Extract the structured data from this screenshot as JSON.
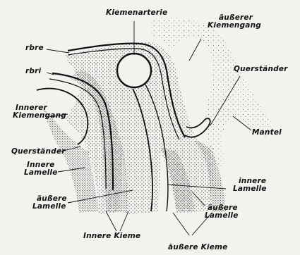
{
  "labels": {
    "kiemenarterie": "Kiemenarterie",
    "aeusserer_kiemengang_1": "äußerer",
    "aeusserer_kiemengang_2": "Kiemengang",
    "rbre": "rbre",
    "rbri": "rbri",
    "querstaender_right": "Querständer",
    "innerer_kiemengang_1": "Innerer",
    "innerer_kiemengang_2": "Kiemengang",
    "mantel": "Mantel",
    "querstaender_left": "Querständer",
    "innere_lamelle_left_1": "Innere",
    "innere_lamelle_left_2": "Lamelle",
    "innere_lamelle_right_1": "innere",
    "innere_lamelle_right_2": "Lamelle",
    "aeussere_lamelle_left_1": "äußere",
    "aeussere_lamelle_left_2": "Lamelle",
    "aeussere_lamelle_right_1": "äußere",
    "aeussere_lamelle_right_2": "Lamelle",
    "innere_kieme": "Innere Kieme",
    "aeussere_kieme": "äußere Kieme"
  }
}
